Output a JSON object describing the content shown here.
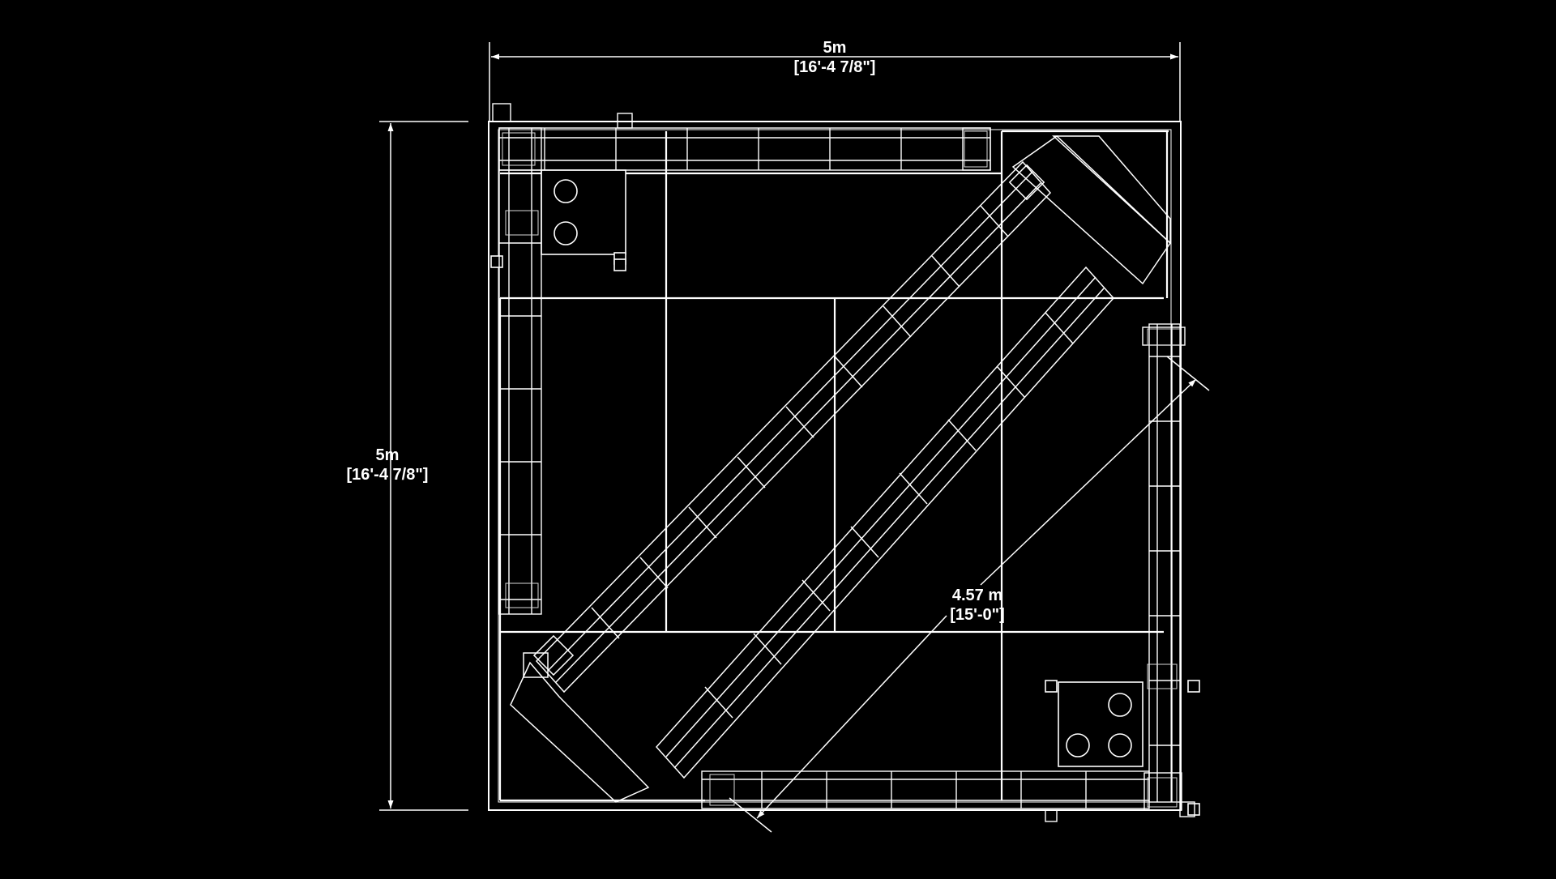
{
  "colors": {
    "background": "#000000",
    "line": "#ffffff",
    "detail": "#d8d8d8"
  },
  "dimensions": {
    "width": {
      "metric": "5m",
      "imperial": "[16'-4 7/8\"]"
    },
    "height": {
      "metric": "5m",
      "imperial": "[16'-4 7/8\"]"
    },
    "diagonal": {
      "metric": "4.57  m",
      "imperial": "[15'-0\"]"
    }
  }
}
